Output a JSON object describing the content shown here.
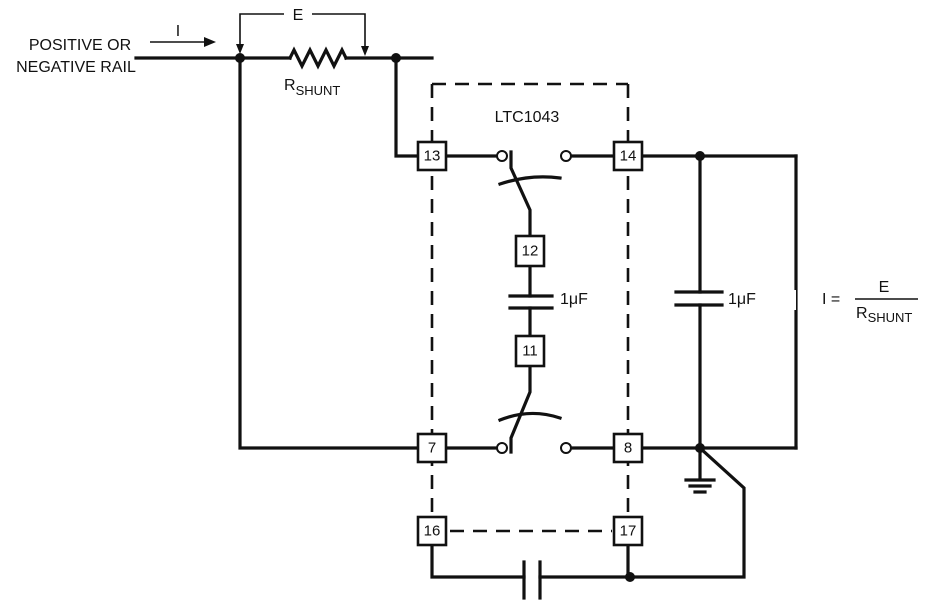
{
  "rail_label_line1": "POSITIVE OR",
  "rail_label_line2": "NEGATIVE RAIL",
  "current_label": "I",
  "voltage_label": "E",
  "shunt_label_main": "R",
  "shunt_label_sub": "SHUNT",
  "ic_label": "LTC1043",
  "pins": {
    "p13": "13",
    "p14": "14",
    "p12": "12",
    "p11": "11",
    "p7": "7",
    "p8": "8",
    "p16": "16",
    "p17": "17"
  },
  "cap_internal_label": "1μF",
  "cap_output_label": "1μF",
  "output_voltage_label": "E",
  "formula": {
    "lhs": "I =",
    "numerator": "E",
    "denominator_main": "R",
    "denominator_sub": "SHUNT"
  }
}
